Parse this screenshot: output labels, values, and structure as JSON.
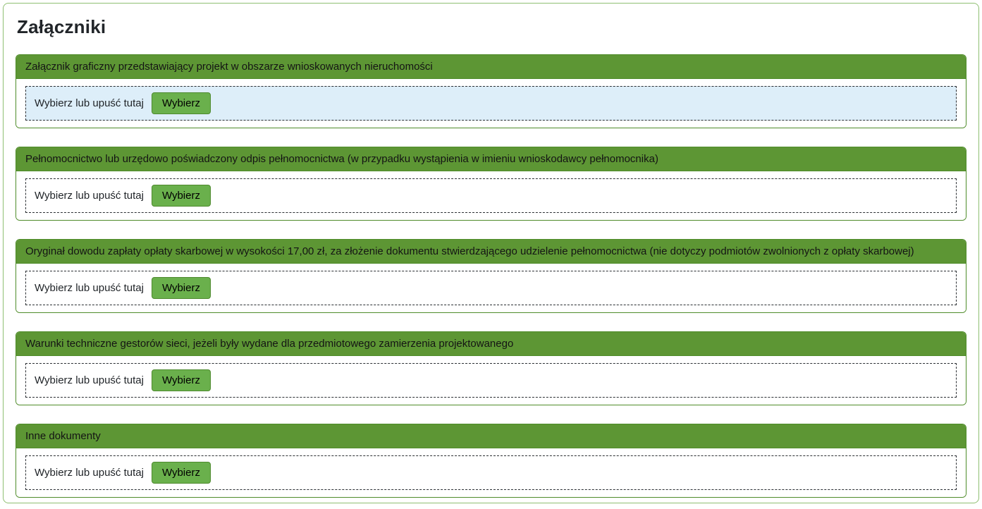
{
  "page": {
    "title": "Załączniki"
  },
  "colors": {
    "header_green": "#5d9634",
    "section_border": "#4f8c2a",
    "outer_border": "#8fbf72",
    "button_green": "#6ab04c",
    "button_border": "#4e8a2e",
    "dropzone_active_bg": "#ddeef9",
    "dropzone_bg": "#ffffff"
  },
  "dropzone": {
    "label": "Wybierz lub upuść tutaj",
    "button_label": "Wybierz"
  },
  "sections": [
    {
      "title": "Załącznik graficzny przedstawiający projekt w obszarze wnioskowanych nieruchomości",
      "highlighted": true
    },
    {
      "title": "Pełnomocnictwo lub urzędowo poświadczony odpis pełnomocnictwa (w przypadku wystąpienia w imieniu wnioskodawcy pełnomocnika)",
      "highlighted": false
    },
    {
      "title": "Oryginał dowodu zapłaty opłaty skarbowej w wysokości 17,00 zł, za złożenie dokumentu stwierdzającego udzielenie pełnomocnictwa (nie dotyczy podmiotów zwolnionych z opłaty skarbowej)",
      "highlighted": false
    },
    {
      "title": "Warunki techniczne gestorów sieci, jeżeli były wydane dla przedmiotowego zamierzenia projektowanego",
      "highlighted": false
    },
    {
      "title": "Inne dokumenty",
      "highlighted": false
    }
  ]
}
